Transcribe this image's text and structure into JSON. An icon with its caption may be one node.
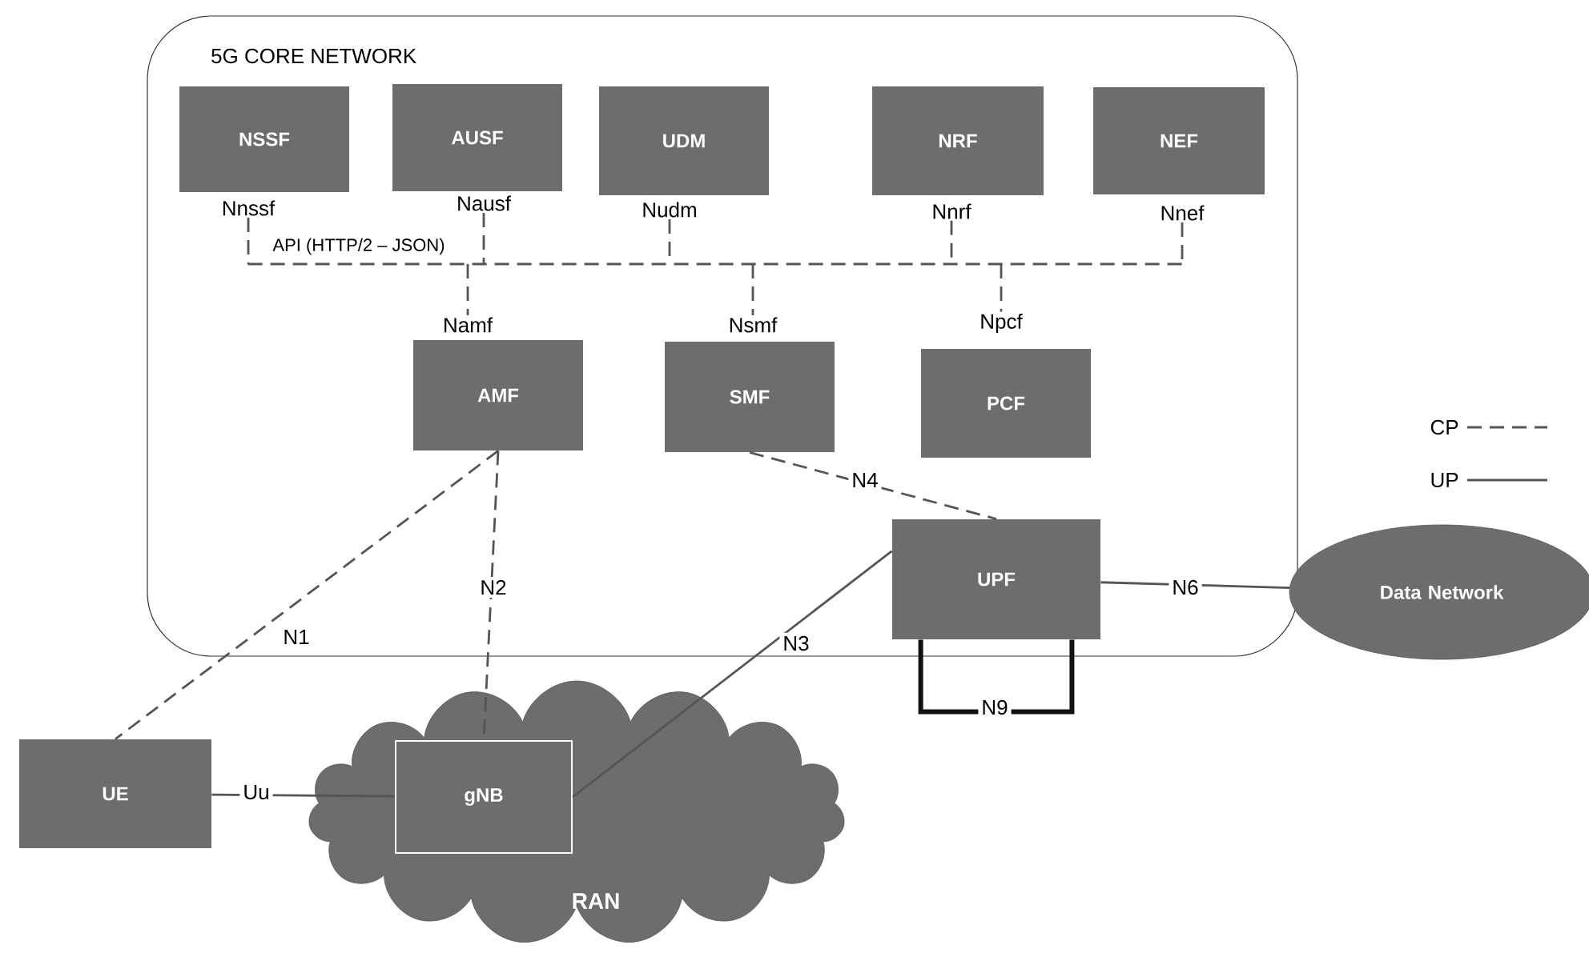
{
  "diagram": {
    "nodes": [
      {
        "text": [
          "5G CORE NETWORK"
        ]
      },
      {
        "text": [
          "NSSF"
        ],
        "beside": [
          "Nnssf"
        ],
        "in": 0
      },
      {
        "text": [
          "AUSF"
        ],
        "beside": [
          "Nausf"
        ],
        "in": 0
      },
      {
        "text": [
          "UDM"
        ],
        "beside": [
          "Nudm"
        ],
        "in": 0
      },
      {
        "text": [
          "NRF"
        ],
        "beside": [
          "Nnrf"
        ],
        "in": 0
      },
      {
        "text": [
          "NEF"
        ],
        "beside": [
          "Nnef"
        ],
        "in": 0
      },
      {
        "text": [
          "AMF"
        ],
        "beside": [
          "Namf"
        ],
        "in": 0
      },
      {
        "text": [
          "SMF"
        ],
        "beside": [
          "Nsmf"
        ],
        "in": 0
      },
      {
        "text": [
          "PCF"
        ],
        "beside": [
          "Npcf"
        ],
        "in": 0
      },
      {
        "text": [
          "UPF"
        ],
        "in": 0
      },
      {
        "text": [
          "Data Network"
        ]
      },
      {
        "text": [
          "RAN"
        ]
      },
      {
        "text": [
          "gNB"
        ],
        "in": 11
      },
      {
        "text": [
          "UE"
        ]
      },
      {
        "text": [],
        "shape": "bar",
        "in": 0
      }
    ],
    "edges": [
      {
        "from": 1,
        "to": 14,
        "arrow": "none",
        "style": "dashed"
      },
      {
        "from": 2,
        "to": 14,
        "arrow": "none",
        "style": "dashed"
      },
      {
        "from": 3,
        "to": 14,
        "arrow": "none",
        "style": "dashed"
      },
      {
        "from": 4,
        "to": 14,
        "arrow": "none",
        "style": "dashed"
      },
      {
        "from": 5,
        "to": 14,
        "arrow": "none",
        "style": "dashed"
      },
      {
        "from": 14,
        "to": 6,
        "arrow": "none",
        "style": "dashed"
      },
      {
        "from": 14,
        "to": 7,
        "arrow": "none",
        "style": "dashed"
      },
      {
        "from": 14,
        "to": 8,
        "arrow": "none",
        "style": "dashed"
      },
      {
        "from": 6,
        "to": 13,
        "arrow": "none",
        "label": "N1",
        "style": "dashed"
      },
      {
        "from": 6,
        "to": 12,
        "arrow": "none",
        "label": "N2",
        "style": "dashed"
      },
      {
        "from": 7,
        "to": 9,
        "arrow": "none",
        "label": "N4",
        "style": "dashed"
      },
      {
        "from": 9,
        "to": 12,
        "arrow": "none",
        "label": "N3"
      },
      {
        "from": 9,
        "to": 10,
        "arrow": "none",
        "label": "N6"
      },
      {
        "from": 13,
        "to": 12,
        "arrow": "none",
        "label": "Uu"
      },
      {
        "from": 9,
        "to": 9,
        "arrow": "none",
        "label": "N9",
        "style": "thick",
        "color": "#111111"
      }
    ],
    "labels": [
      "API (HTTP/2 – JSON)"
    ],
    "legend": [
      {
        "text": "CP"
      },
      {
        "text": "UP"
      }
    ]
  }
}
